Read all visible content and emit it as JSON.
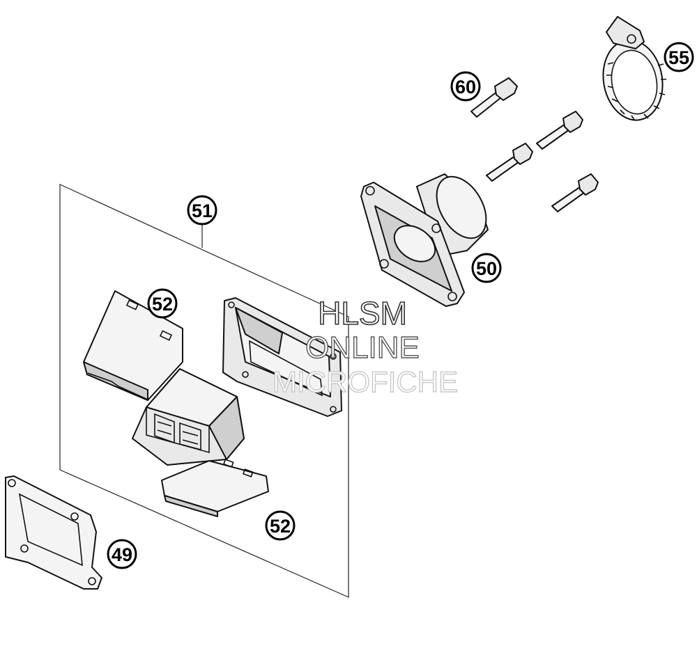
{
  "callouts": {
    "c49": "49",
    "c50": "50",
    "c51": "51",
    "c52a": "52",
    "c52b": "52",
    "c55": "55",
    "c60": "60"
  },
  "watermark": {
    "line1": "HLSM",
    "line2": "ONLINE",
    "line3": "MICROFICHE"
  }
}
